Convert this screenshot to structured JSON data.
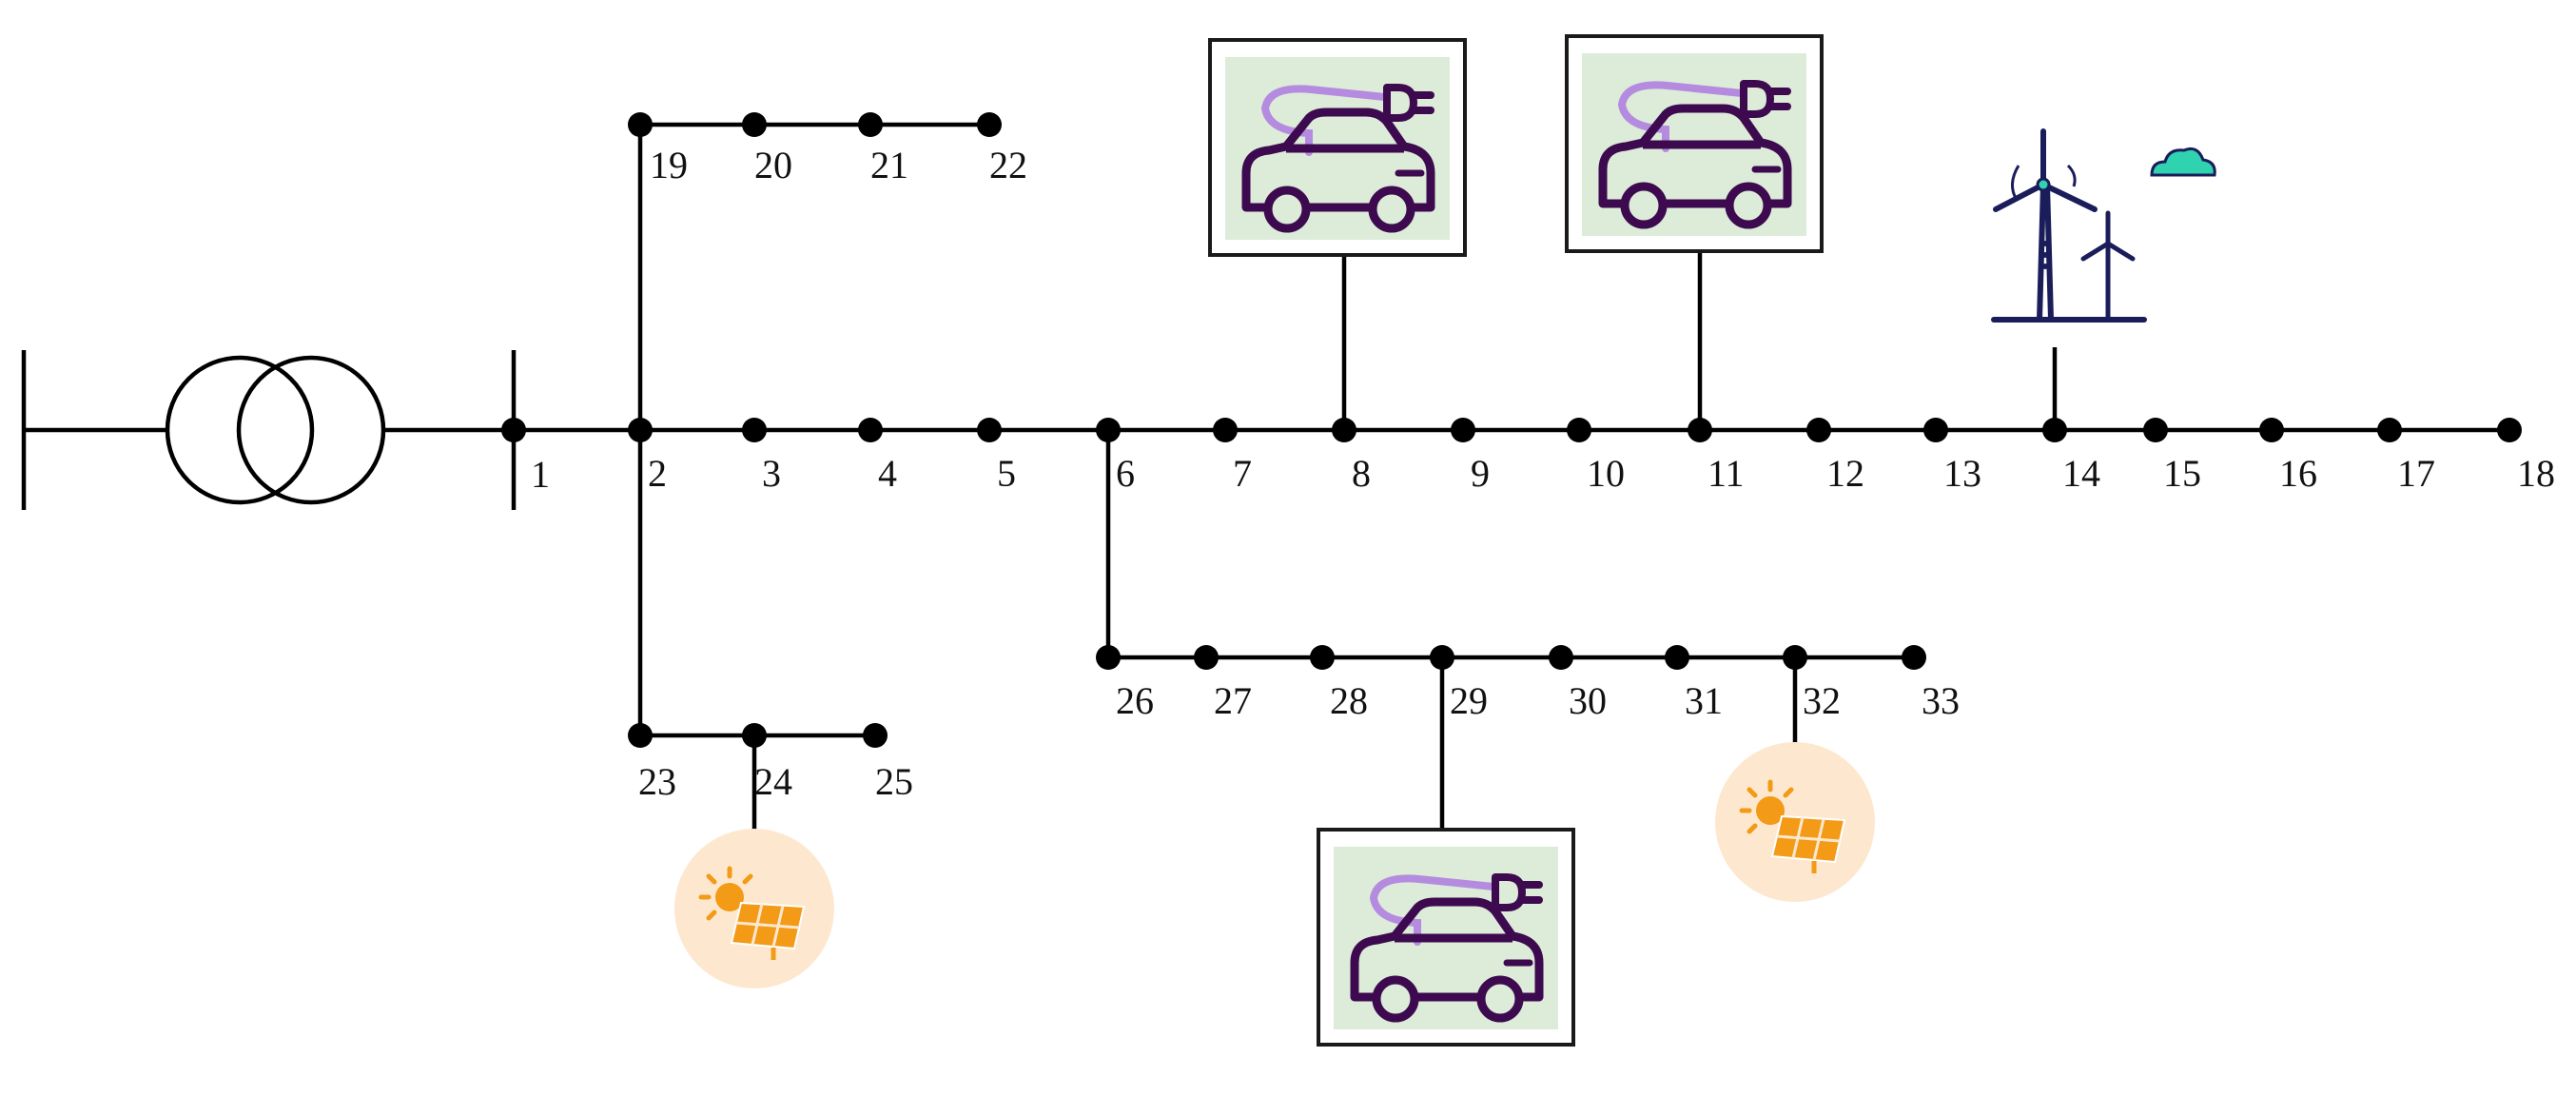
{
  "colors": {
    "line": "#000000",
    "bus": "#000000",
    "ev_box_fill": "#dcecd8",
    "ev_box_border": "#1a1a1a",
    "ev_car": "#3d0a4f",
    "ev_cable": "#b58be0",
    "solar_circle": "#fde8cf",
    "solar_panel": "#f39a16",
    "wind_turbine": "#1b1d5a",
    "cloud": "#2fd3b0"
  },
  "devices": {
    "transformer": "transformer-icon",
    "ev_charger": "ev-charging-station-icon",
    "pv": "solar-panel-icon",
    "wind": "wind-turbine-icon"
  },
  "buses": [
    {
      "id": "1",
      "label": "1"
    },
    {
      "id": "2",
      "label": "2"
    },
    {
      "id": "3",
      "label": "3"
    },
    {
      "id": "4",
      "label": "4"
    },
    {
      "id": "5",
      "label": "5"
    },
    {
      "id": "6",
      "label": "6"
    },
    {
      "id": "7",
      "label": "7"
    },
    {
      "id": "8",
      "label": "8"
    },
    {
      "id": "9",
      "label": "9"
    },
    {
      "id": "10",
      "label": "10"
    },
    {
      "id": "11",
      "label": "11"
    },
    {
      "id": "12",
      "label": "12"
    },
    {
      "id": "13",
      "label": "13"
    },
    {
      "id": "14",
      "label": "14"
    },
    {
      "id": "15",
      "label": "15"
    },
    {
      "id": "16",
      "label": "16"
    },
    {
      "id": "17",
      "label": "17"
    },
    {
      "id": "18",
      "label": "18"
    },
    {
      "id": "19",
      "label": "19"
    },
    {
      "id": "20",
      "label": "20"
    },
    {
      "id": "21",
      "label": "21"
    },
    {
      "id": "22",
      "label": "22"
    },
    {
      "id": "23",
      "label": "23"
    },
    {
      "id": "24",
      "label": "24"
    },
    {
      "id": "25",
      "label": "25"
    },
    {
      "id": "26",
      "label": "26"
    },
    {
      "id": "27",
      "label": "27"
    },
    {
      "id": "28",
      "label": "28"
    },
    {
      "id": "29",
      "label": "29"
    },
    {
      "id": "30",
      "label": "30"
    },
    {
      "id": "31",
      "label": "31"
    },
    {
      "id": "32",
      "label": "32"
    },
    {
      "id": "33",
      "label": "33"
    }
  ],
  "branches": [
    [
      "1",
      "2"
    ],
    [
      "2",
      "3"
    ],
    [
      "3",
      "4"
    ],
    [
      "4",
      "5"
    ],
    [
      "5",
      "6"
    ],
    [
      "6",
      "7"
    ],
    [
      "7",
      "8"
    ],
    [
      "8",
      "9"
    ],
    [
      "9",
      "10"
    ],
    [
      "10",
      "11"
    ],
    [
      "11",
      "12"
    ],
    [
      "12",
      "13"
    ],
    [
      "13",
      "14"
    ],
    [
      "14",
      "15"
    ],
    [
      "15",
      "16"
    ],
    [
      "16",
      "17"
    ],
    [
      "17",
      "18"
    ],
    [
      "2",
      "19"
    ],
    [
      "19",
      "20"
    ],
    [
      "20",
      "21"
    ],
    [
      "21",
      "22"
    ],
    [
      "2",
      "23"
    ],
    [
      "23",
      "24"
    ],
    [
      "24",
      "25"
    ],
    [
      "6",
      "26"
    ],
    [
      "26",
      "27"
    ],
    [
      "27",
      "28"
    ],
    [
      "28",
      "29"
    ],
    [
      "29",
      "30"
    ],
    [
      "30",
      "31"
    ],
    [
      "31",
      "32"
    ],
    [
      "32",
      "33"
    ]
  ],
  "attachments": [
    {
      "bus": "8",
      "device": "ev_charger"
    },
    {
      "bus": "11",
      "device": "ev_charger"
    },
    {
      "bus": "29",
      "device": "ev_charger"
    },
    {
      "bus": "24",
      "device": "pv"
    },
    {
      "bus": "32",
      "device": "pv"
    },
    {
      "bus": "14",
      "device": "wind"
    }
  ]
}
